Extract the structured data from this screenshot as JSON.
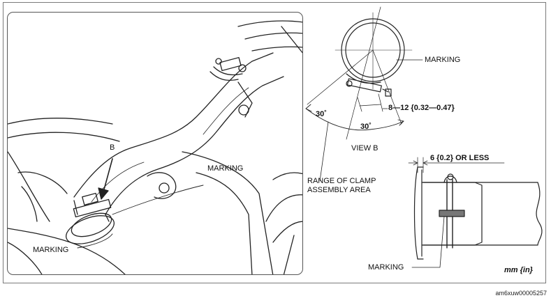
{
  "left_view": {
    "arrow_label": "B",
    "marking_upper": "MARKING",
    "marking_lower": "MARKING"
  },
  "view_b": {
    "marking": "MARKING",
    "dimension": "8—12 {0.32—0.47}",
    "angle_left": "30˚",
    "angle_right": "30˚",
    "title": "VIEW B",
    "range_line1": "RANGE OF CLAMP",
    "range_line2": "ASSEMBLY AREA"
  },
  "side_view": {
    "dimension": "6 {0.2} OR LESS",
    "marking": "MARKING"
  },
  "units": "mm {in}",
  "figure_code": "am6xuw00005257"
}
